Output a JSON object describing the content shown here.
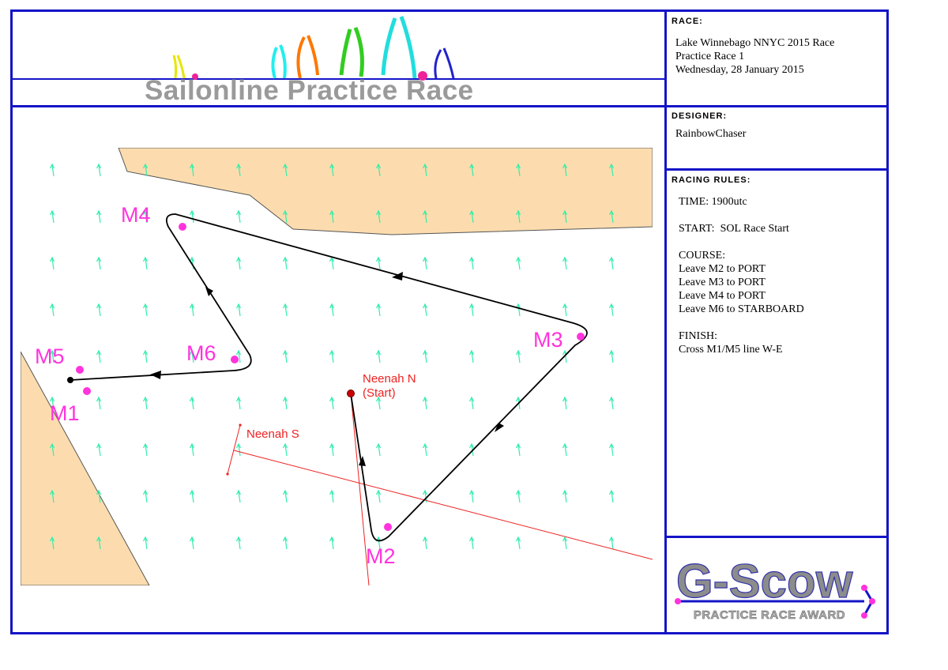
{
  "banner": {
    "title": "Sailonline Practice Race"
  },
  "race": {
    "heading": "RACE:",
    "lines": [
      "Lake Winnebago NNYC 2015 Race",
      "Practice Race 1",
      "Wednesday, 28 January 2015"
    ]
  },
  "designer": {
    "heading": "DESIGNER:",
    "name": "RainbowChaser"
  },
  "rules": {
    "heading": "RACING RULES:",
    "lines": [
      "TIME: 1900utc",
      "",
      "START:  SOL Race Start",
      "",
      "COURSE:",
      "Leave M2 to PORT",
      "Leave M3 to PORT",
      "Leave M4 to PORT",
      "Leave M6 to STARBOARD",
      "",
      "FINISH:",
      "Cross M1/M5 line W-E"
    ]
  },
  "award": {
    "logo_text": "G-Scow",
    "subtitle": "PRACTICE RACE AWARD"
  },
  "map": {
    "marks": [
      {
        "label": "M1"
      },
      {
        "label": "M2"
      },
      {
        "label": "M3"
      },
      {
        "label": "M4"
      },
      {
        "label": "M5"
      },
      {
        "label": "M6"
      }
    ],
    "start_mark_n": "Neenah N",
    "start_mark_n_sub": "(Start)",
    "start_mark_s": "Neenah S"
  },
  "colors": {
    "frame": "#1414c8",
    "land": "#fcdcae",
    "mark": "#ff33dd",
    "route": "#000000",
    "start_line": "#ee2222",
    "wind": "#33eeaa",
    "banner_text": "#9a9a9a"
  }
}
